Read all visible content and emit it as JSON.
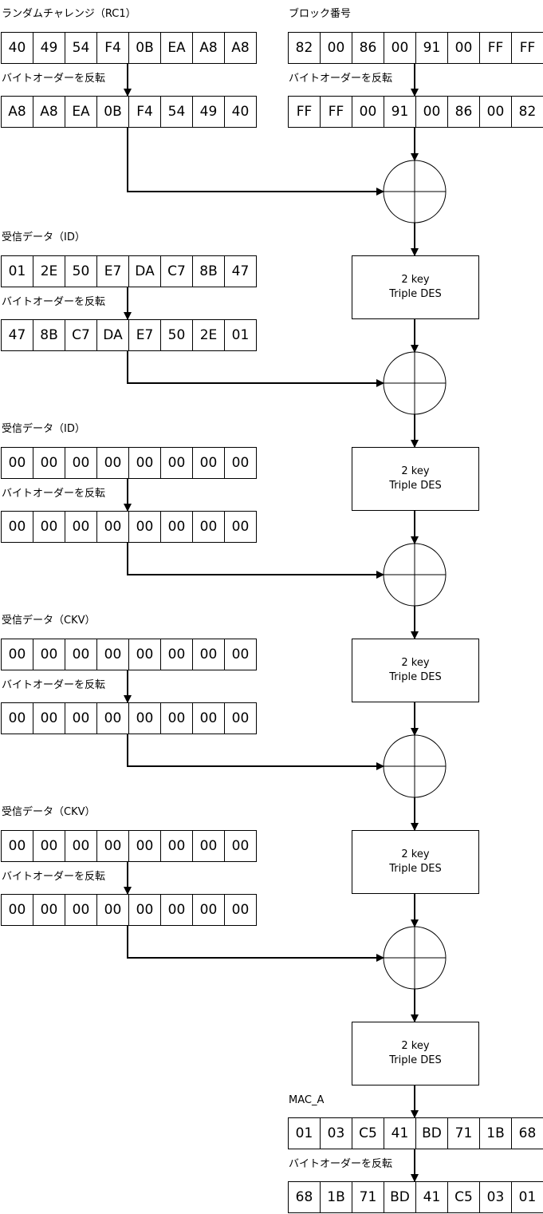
{
  "left_blocks": [
    {
      "title": "ランダムチャレンジ（RC1）",
      "bytes": [
        "40",
        "49",
        "54",
        "F4",
        "0B",
        "EA",
        "A8",
        "A8"
      ],
      "note": "バイトオーダーを反転",
      "reversed": [
        "A8",
        "A8",
        "EA",
        "0B",
        "F4",
        "54",
        "49",
        "40"
      ]
    },
    {
      "title": "受信データ（ID）",
      "bytes": [
        "01",
        "2E",
        "50",
        "E7",
        "DA",
        "C7",
        "8B",
        "47"
      ],
      "note": "バイトオーダーを反転",
      "reversed": [
        "47",
        "8B",
        "C7",
        "DA",
        "E7",
        "50",
        "2E",
        "01"
      ]
    },
    {
      "title": "受信データ（ID）",
      "bytes": [
        "00",
        "00",
        "00",
        "00",
        "00",
        "00",
        "00",
        "00"
      ],
      "note": "バイトオーダーを反転",
      "reversed": [
        "00",
        "00",
        "00",
        "00",
        "00",
        "00",
        "00",
        "00"
      ]
    },
    {
      "title": "受信データ（CKV）",
      "bytes": [
        "00",
        "00",
        "00",
        "00",
        "00",
        "00",
        "00",
        "00"
      ],
      "note": "バイトオーダーを反転",
      "reversed": [
        "00",
        "00",
        "00",
        "00",
        "00",
        "00",
        "00",
        "00"
      ]
    },
    {
      "title": "受信データ（CKV）",
      "bytes": [
        "00",
        "00",
        "00",
        "00",
        "00",
        "00",
        "00",
        "00"
      ],
      "note": "バイトオーダーを反転",
      "reversed": [
        "00",
        "00",
        "00",
        "00",
        "00",
        "00",
        "00",
        "00"
      ]
    }
  ],
  "block_number": {
    "title": "ブロック番号",
    "bytes": [
      "82",
      "00",
      "86",
      "00",
      "91",
      "00",
      "FF",
      "FF"
    ],
    "note": "バイトオーダーを反転",
    "reversed": [
      "FF",
      "FF",
      "00",
      "91",
      "00",
      "86",
      "00",
      "82"
    ]
  },
  "des_label": "2 key\nTriple DES",
  "mac": {
    "title": "MAC_A",
    "bytes": [
      "01",
      "03",
      "C5",
      "41",
      "BD",
      "71",
      "1B",
      "68"
    ],
    "note": "バイトオーダーを反転",
    "reversed": [
      "68",
      "1B",
      "71",
      "BD",
      "41",
      "C5",
      "03",
      "01"
    ]
  }
}
